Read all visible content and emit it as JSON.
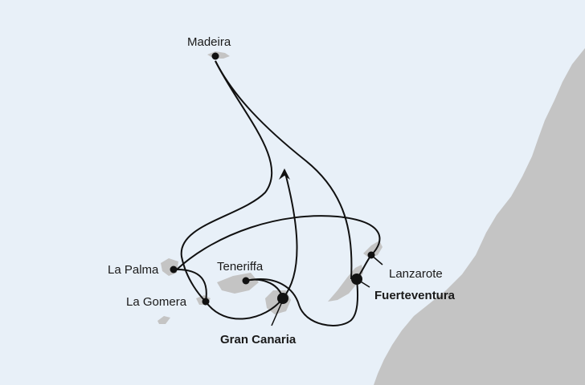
{
  "colors": {
    "sea": "#e8f0f8",
    "land": "#c4c4c4",
    "route": "#111111",
    "text": "#1a1a1a"
  },
  "ports": [
    {
      "id": "madeira",
      "label": "Madeira",
      "type": "stop"
    },
    {
      "id": "la-palma",
      "label": "La Palma",
      "type": "stop"
    },
    {
      "id": "la-gomera",
      "label": "La Gomera",
      "type": "stop"
    },
    {
      "id": "teneriffa",
      "label": "Teneriffa",
      "type": "stop"
    },
    {
      "id": "gran-canaria",
      "label": "Gran Canaria",
      "type": "embarkation"
    },
    {
      "id": "fuerteventura",
      "label": "Fuerteventura",
      "type": "embarkation"
    },
    {
      "id": "lanzarote",
      "label": "Lanzarote",
      "type": "stop"
    }
  ],
  "route_direction": "arrow-north"
}
